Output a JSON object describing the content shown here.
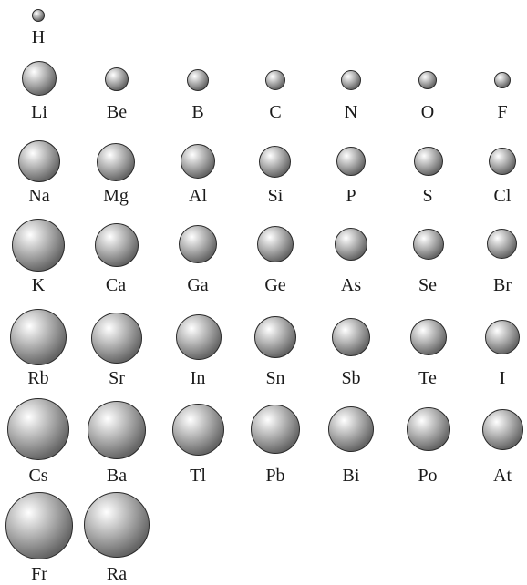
{
  "colors": {
    "background": "#ffffff",
    "sphere_highlight": "#ffffff",
    "sphere_mid": "#a9a9a9",
    "sphere_shadow": "#3c3c3c",
    "label": "#1a1a1a"
  },
  "periods": [
    {
      "elements": [
        {
          "symbol": "H"
        }
      ]
    },
    {
      "elements": [
        {
          "symbol": "Li"
        },
        {
          "symbol": "Be"
        },
        {
          "symbol": "B"
        },
        {
          "symbol": "C"
        },
        {
          "symbol": "N"
        },
        {
          "symbol": "O"
        },
        {
          "symbol": "F"
        }
      ]
    },
    {
      "elements": [
        {
          "symbol": "Na"
        },
        {
          "symbol": "Mg"
        },
        {
          "symbol": "Al"
        },
        {
          "symbol": "Si"
        },
        {
          "symbol": "P"
        },
        {
          "symbol": "S"
        },
        {
          "symbol": "Cl"
        }
      ]
    },
    {
      "elements": [
        {
          "symbol": "K"
        },
        {
          "symbol": "Ca"
        },
        {
          "symbol": "Ga"
        },
        {
          "symbol": "Ge"
        },
        {
          "symbol": "As"
        },
        {
          "symbol": "Se"
        },
        {
          "symbol": "Br"
        }
      ]
    },
    {
      "elements": [
        {
          "symbol": "Rb"
        },
        {
          "symbol": "Sr"
        },
        {
          "symbol": "In"
        },
        {
          "symbol": "Sn"
        },
        {
          "symbol": "Sb"
        },
        {
          "symbol": "Te"
        },
        {
          "symbol": "I"
        }
      ]
    },
    {
      "elements": [
        {
          "symbol": "Cs"
        },
        {
          "symbol": "Ba"
        },
        {
          "symbol": "Tl"
        },
        {
          "symbol": "Pb"
        },
        {
          "symbol": "Bi"
        },
        {
          "symbol": "Po"
        },
        {
          "symbol": "At"
        }
      ]
    },
    {
      "elements": [
        {
          "symbol": "Fr"
        },
        {
          "symbol": "Ra"
        }
      ]
    }
  ]
}
